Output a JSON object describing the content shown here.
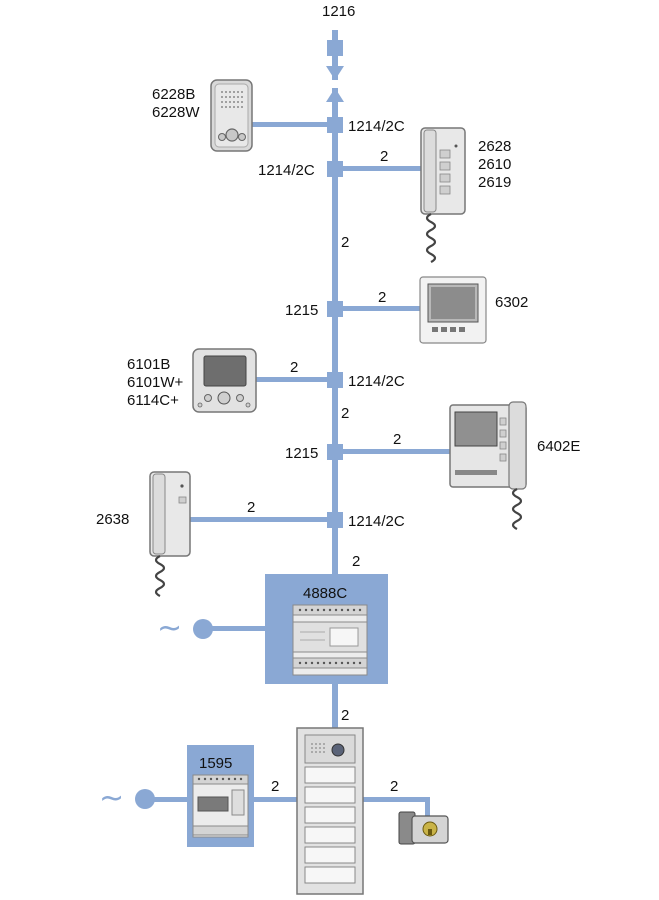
{
  "top_label": "1216",
  "junctions": {
    "j1": "1214/2C",
    "j2": "1214/2C",
    "j3": "1215",
    "j4": "1214/2C",
    "j5": "1215",
    "j6": "1214/2C"
  },
  "wire_counts": {
    "handset_top": "2",
    "riser_mid": "2",
    "monitor_6302": "2",
    "monitor_6101": "2",
    "riser_lower": "2",
    "monitor_6402": "2",
    "handset_2638": "2",
    "riser_above_4888": "2",
    "riser_below_4888": "2",
    "psu_1595": "2",
    "lock": "2"
  },
  "devices": {
    "d6228": [
      "6228B",
      "6228W"
    ],
    "d2628": [
      "2628",
      "2610",
      "2619"
    ],
    "d6302": "6302",
    "d6101": [
      "6101B",
      "6101W+",
      "6114C+"
    ],
    "d6402": "6402E",
    "d2638": "2638",
    "power_supply_main": "4888C",
    "power_supply_aux": "1595"
  },
  "mains_symbol": "~",
  "colors": {
    "wire": "#8aa8d4",
    "node": "#8aa8d4",
    "box": "#8aa8d4",
    "device_body": "#e4e4e4",
    "device_dark": "#7a7a7a"
  }
}
